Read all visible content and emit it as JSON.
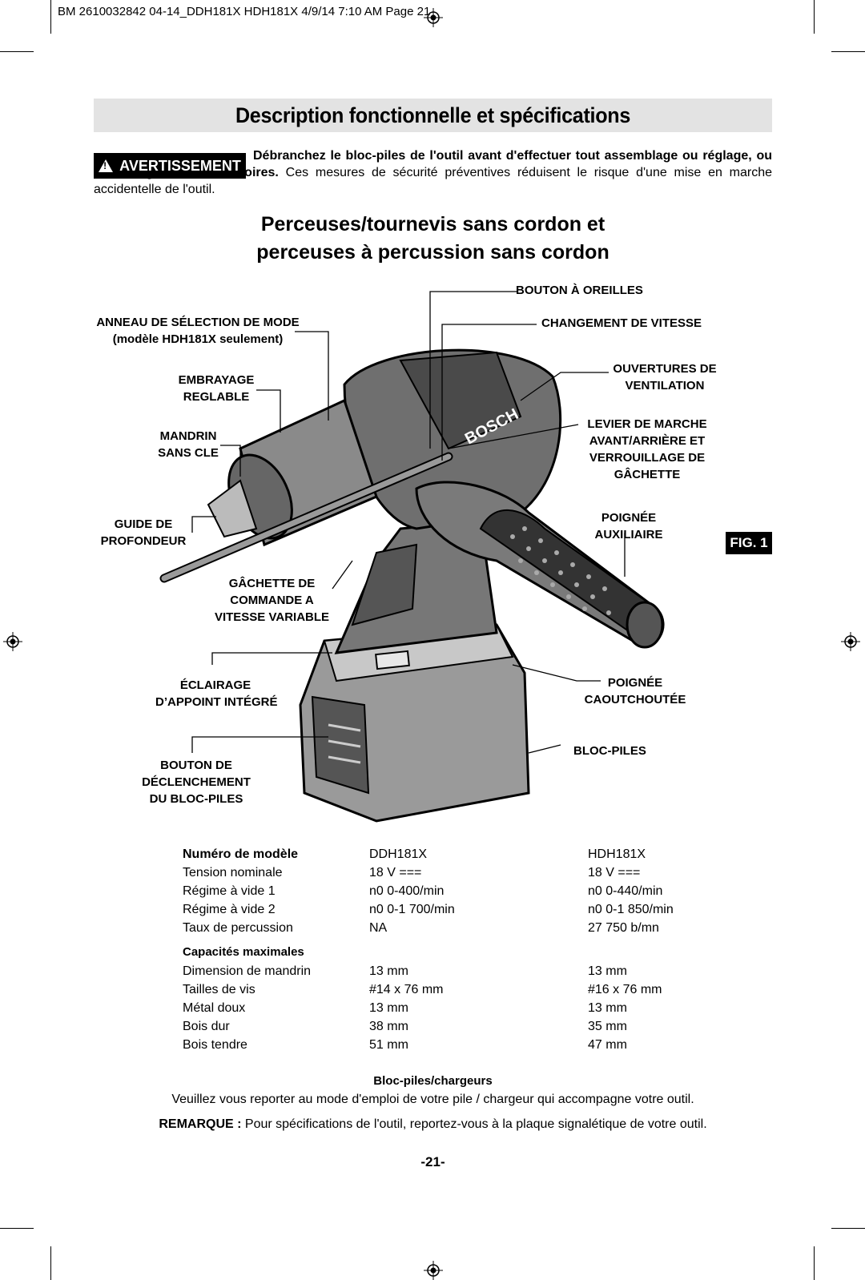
{
  "print_header": "BM 2610032842 04-14_DDH181X HDH181X  4/9/14  7:10 AM  Page 21",
  "title": "Description fonctionnelle et spécifications",
  "warning": {
    "badge": "AVERTISSEMENT",
    "bold_text": "Débranchez le bloc-piles de l'outil avant d'effectuer tout assemblage ou réglage, ou de changer des accessoires.",
    "text": " Ces mesures de sécurité préventives réduisent le risque d'une mise en marche accidentelle de l'outil."
  },
  "subtitle_line1": "Perceuses/tournevis sans cordon et",
  "subtitle_line2": "perceuses à percussion sans cordon",
  "labels": {
    "bouton_oreilles": "BOUTON À OREILLES",
    "anneau_line1": "ANNEAU DE SÉLECTION DE MODE",
    "anneau_line2": "(modèle HDH181X seulement)",
    "changement_vitesse": "CHANGEMENT DE VITESSE",
    "embrayage_line1": "EMBRAYAGE",
    "embrayage_line2": "REGLABLE",
    "ouvertures_line1": "OUVERTURES DE",
    "ouvertures_line2": "VENTILATION",
    "mandrin_line1": "MANDRIN",
    "mandrin_line2": "SANS CLE",
    "levier_line1": "LEVIER DE MARCHE",
    "levier_line2": "AVANT/ARRIÈRE ET",
    "levier_line3": "VERROUILLAGE DE",
    "levier_line4": "GÂCHETTE",
    "guide_line1": "GUIDE DE",
    "guide_line2": "PROFONDEUR",
    "poignee_aux_line1": "POIGNÉE",
    "poignee_aux_line2": "AUXILIAIRE",
    "gachette_line1": "GÂCHETTE DE",
    "gachette_line2": "COMMANDE A",
    "gachette_line3": "VITESSE VARIABLE",
    "eclairage_line1": "ÉCLAIRAGE",
    "eclairage_line2": "D’APPOINT INTÉGRÉ",
    "poignee_caout_line1": "POIGNÉE",
    "poignee_caout_line2": "CAOUTCHOUTÉE",
    "bloc_piles": "BLOC-PILES",
    "bouton_decl_line1": "BOUTON DE",
    "bouton_decl_line2": "DÉCLENCHEMENT",
    "bouton_decl_line3": "DU BLOC-PILES",
    "brand": "BOSCH"
  },
  "fig_label": "FIG. 1",
  "specs": {
    "header": [
      "Numéro de modèle",
      "DDH181X",
      "HDH181X"
    ],
    "rows": [
      [
        "Tension nominale",
        "18 V ===",
        "18 V ==="
      ],
      [
        "Régime à vide 1",
        "n0 0-400/min",
        "n0 0-440/min"
      ],
      [
        "Régime à vide 2",
        "n0 0-1 700/min",
        "n0 0-1 850/min"
      ],
      [
        "Taux de percussion",
        "NA",
        "27 750 b/mn"
      ]
    ],
    "capacities_header": "Capacités maximales",
    "capacity_rows": [
      [
        "Dimension de mandrin",
        "13 mm",
        "13 mm"
      ],
      [
        "Tailles de vis",
        "#14 x 76 mm",
        "#16 x 76 mm"
      ],
      [
        "Métal doux",
        "13 mm",
        "13 mm"
      ],
      [
        "Bois dur",
        "38 mm",
        "35 mm"
      ],
      [
        "Bois tendre",
        "51 mm",
        "47 mm"
      ]
    ]
  },
  "battery_note_title": "Bloc-piles/chargeurs",
  "battery_note": "Veuillez vous reporter au mode d'emploi de votre pile / chargeur qui accompagne votre outil.",
  "remark_label": "REMARQUE :",
  "remark_text": " Pour spécifications de l'outil, reportez-vous à la plaque  signalétique de votre outil.",
  "page_number": "-21-"
}
